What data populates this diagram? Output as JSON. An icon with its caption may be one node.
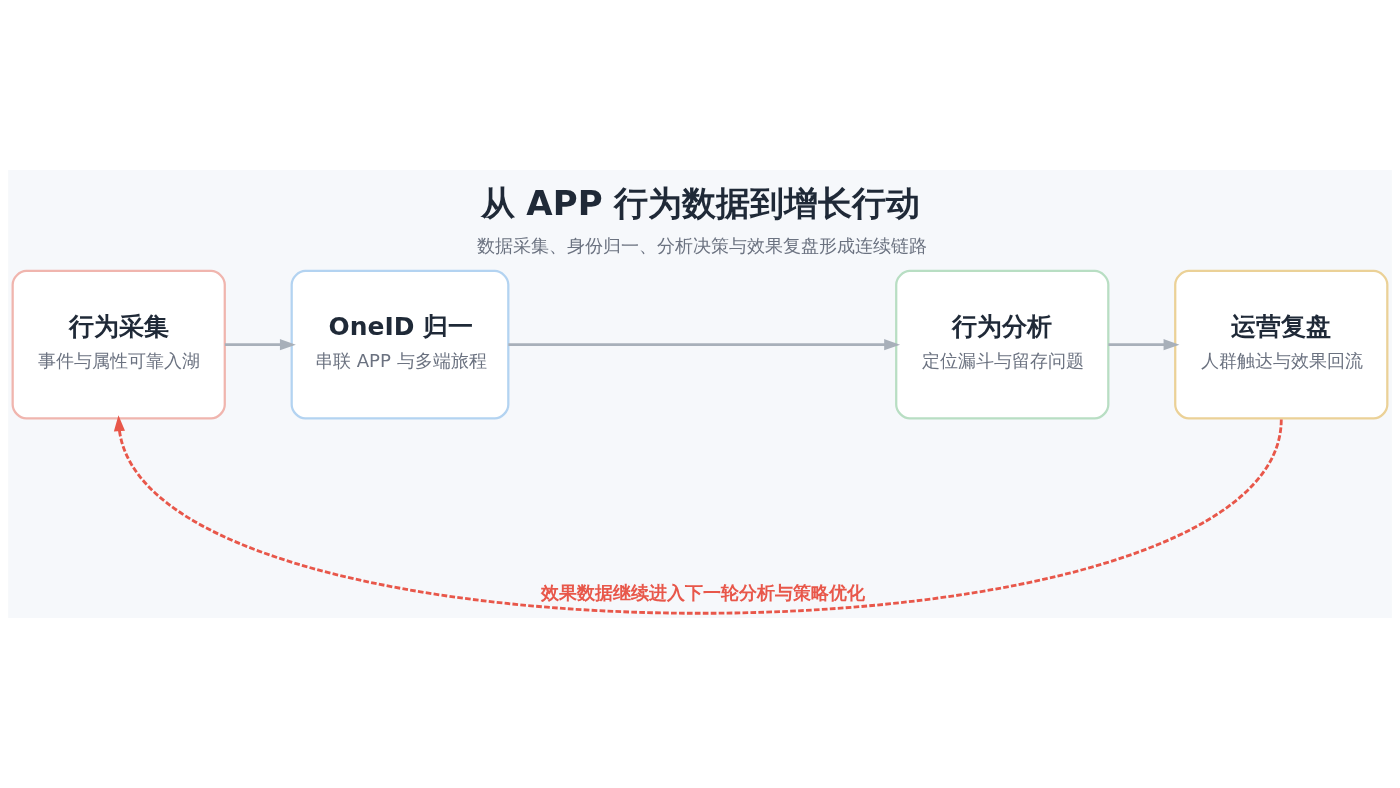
{
  "diagram": {
    "title": "从 APP 行为数据到增长行动",
    "caption": "数据采集、身份归一、分析决策与效果复盘形成连续链路",
    "nodes": [
      {
        "text": [
          "行为采集",
          "事件与属性可靠入湖"
        ]
      },
      {
        "text": [
          "OneID 归一",
          "串联 APP 与多端旅程"
        ]
      },
      {
        "text": [
          "行为分析",
          "定位漏斗与留存问题"
        ]
      },
      {
        "text": [
          "运营复盘",
          "人群触达与效果回流"
        ]
      }
    ],
    "edges": [
      {
        "from": 0,
        "to": 1,
        "arrow": "to"
      },
      {
        "from": 1,
        "to": 2,
        "arrow": "to"
      },
      {
        "from": 2,
        "to": 3,
        "arrow": "to"
      },
      {
        "from": 3,
        "to": 0,
        "arrow": "to",
        "label": "效果数据继续进入下一轮分析与策略优化",
        "style": "dashed",
        "color": "#e8574a"
      }
    ]
  }
}
